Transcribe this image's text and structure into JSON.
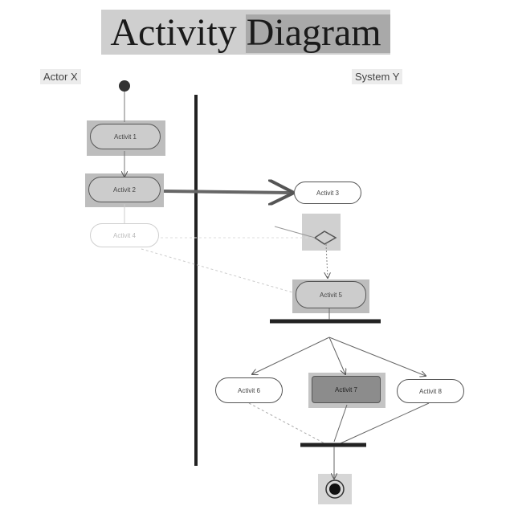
{
  "title": {
    "part1": "Activity",
    "part2": "Diagram"
  },
  "lanes": {
    "left": "Actor X",
    "right": "System Y"
  },
  "activities": {
    "a1": "Activit 1",
    "a2": "Activit 2",
    "a3": "Activit 3",
    "a4": "Activit 4",
    "a5": "Activit 5",
    "a6": "Activit 6",
    "a7": "Activit 7",
    "a8": "Activit 8"
  },
  "colors": {
    "line": "#555555",
    "bar": "#222222",
    "node_fill_gray": "#cccccc",
    "node_fill_dark": "#8c8c8c"
  }
}
